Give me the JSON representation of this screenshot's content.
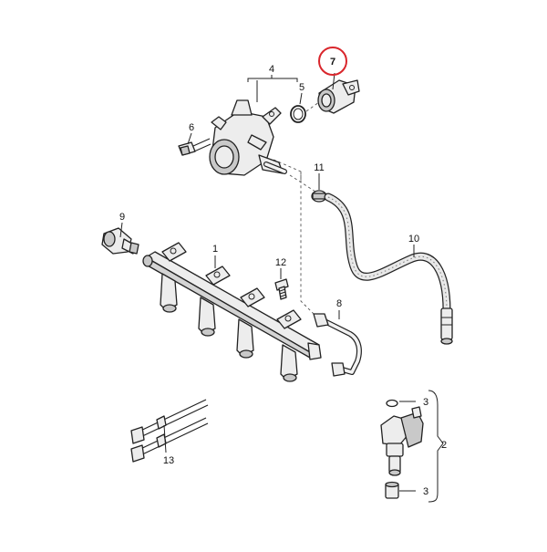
{
  "diagram": {
    "callouts": {
      "c1": "1",
      "c2": "2",
      "c3a": "3",
      "c3b": "3",
      "c4": "4",
      "c5": "5",
      "c6": "6",
      "c7": "7",
      "c8": "8",
      "c9": "9",
      "c10": "10",
      "c11": "11",
      "c12": "12",
      "c13": "13"
    },
    "highlight_color": "#d9262c",
    "highlighted_callout": "7"
  }
}
